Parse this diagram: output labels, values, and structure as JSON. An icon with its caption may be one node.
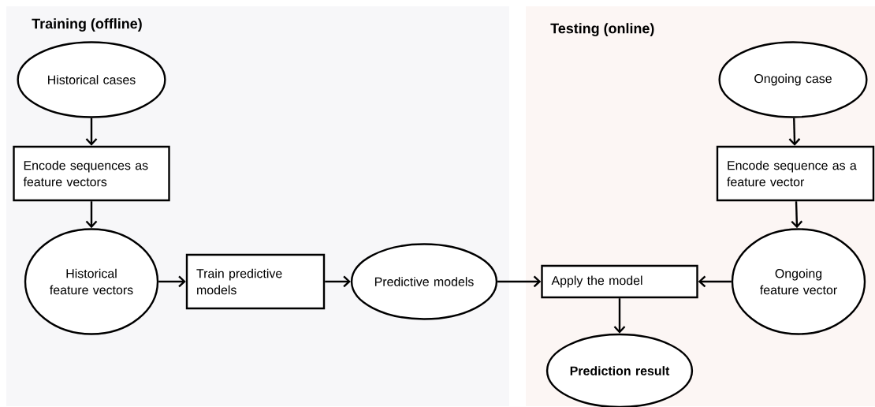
{
  "diagram": {
    "nodes": [
      {
        "text": [
          "Training (offline)"
        ]
      },
      {
        "text": [
          "Historical cases"
        ],
        "in": 0
      },
      {
        "text": [
          "Encode sequences as feature vectors"
        ],
        "in": 0
      },
      {
        "text": [
          "Historical feature vectors"
        ],
        "in": 0
      },
      {
        "text": [
          "Train predictive models"
        ],
        "in": 0
      },
      {
        "text": [
          "Predictive models"
        ],
        "in": 0
      },
      {
        "text": [
          "Testing (online)"
        ]
      },
      {
        "text": [
          "Ongoing case"
        ],
        "in": 6
      },
      {
        "text": [
          "Encode sequence as a feature vector"
        ],
        "in": 6
      },
      {
        "text": [
          "Ongoing feature vector"
        ],
        "in": 6
      },
      {
        "text": [
          "Apply the model"
        ],
        "in": 6
      },
      {
        "text": [
          "Prediction result"
        ],
        "in": 6
      }
    ],
    "edges": [
      {
        "from": 1,
        "to": 2,
        "arrow": "to"
      },
      {
        "from": 2,
        "to": 3,
        "arrow": "to"
      },
      {
        "from": 3,
        "to": 4,
        "arrow": "to"
      },
      {
        "from": 4,
        "to": 5,
        "arrow": "to"
      },
      {
        "from": 5,
        "to": 10,
        "arrow": "to"
      },
      {
        "from": 7,
        "to": 8,
        "arrow": "to"
      },
      {
        "from": 8,
        "to": 9,
        "arrow": "to"
      },
      {
        "from": 9,
        "to": 10,
        "arrow": "to"
      },
      {
        "from": 10,
        "to": 11,
        "arrow": "to"
      }
    ]
  }
}
